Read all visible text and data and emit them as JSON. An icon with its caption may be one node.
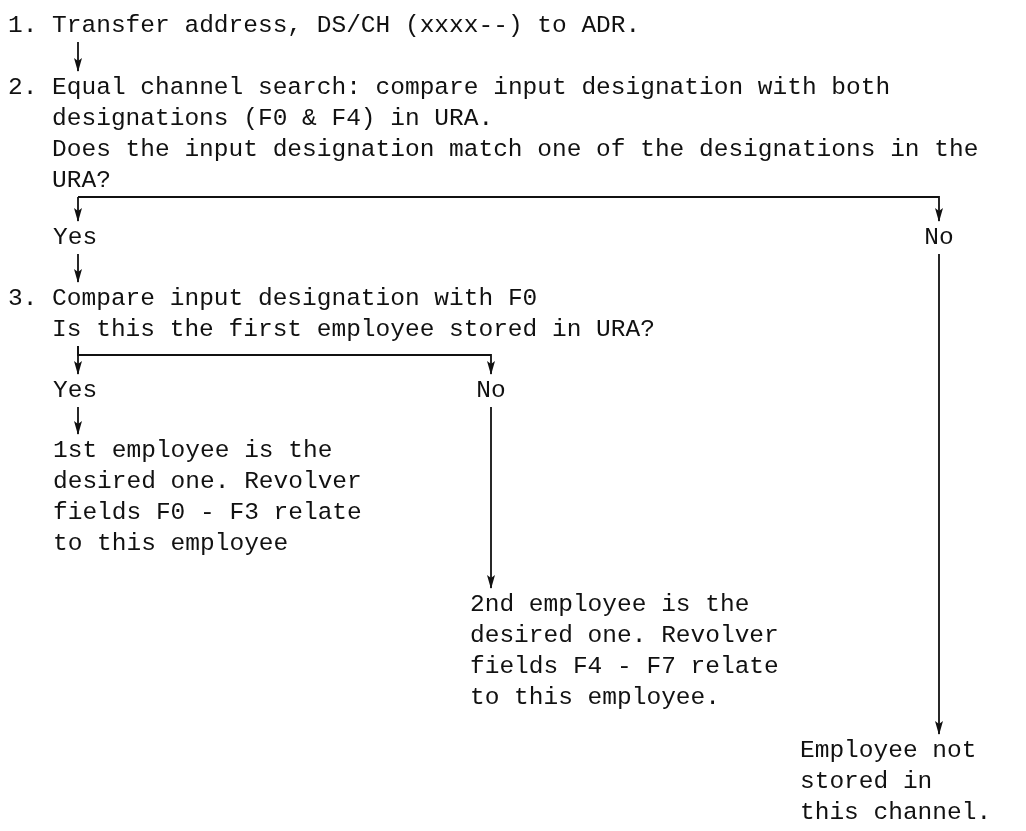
{
  "diagram": {
    "nodes": [
      {
        "text": [
          "1. Transfer address, DS/CH (xxxx--) to ADR."
        ]
      },
      {
        "text": [
          "2. Equal channel search: compare input designation with both designations (F0 & F4) in URA.",
          "Does the input designation match one of the designations in the URA?"
        ]
      },
      {
        "text": [
          "Yes"
        ]
      },
      {
        "text": [
          "No"
        ]
      },
      {
        "text": [
          "3. Compare input designation with F0",
          "Is this the first employee stored in URA?"
        ]
      },
      {
        "text": [
          "Yes"
        ]
      },
      {
        "text": [
          "No"
        ]
      },
      {
        "text": [
          "1st employee is the desired one. Revolver fields F0 - F3 relate to this employee"
        ]
      },
      {
        "text": [
          "2nd employee is the desired one. Revolver fields F4 - F7 relate to this employee."
        ]
      },
      {
        "text": [
          "Employee not stored in this channel."
        ]
      }
    ],
    "edges": [
      {
        "from": 0,
        "to": 1,
        "arrow": "to"
      },
      {
        "from": 1,
        "to": 2,
        "arrow": "to"
      },
      {
        "from": 1,
        "to": 3,
        "arrow": "to"
      },
      {
        "from": 2,
        "to": 4,
        "arrow": "to"
      },
      {
        "from": 4,
        "to": 5,
        "arrow": "to"
      },
      {
        "from": 4,
        "to": 6,
        "arrow": "to"
      },
      {
        "from": 5,
        "to": 7,
        "arrow": "to"
      },
      {
        "from": 6,
        "to": 8,
        "arrow": "to"
      },
      {
        "from": 3,
        "to": 9,
        "arrow": "to"
      }
    ]
  }
}
